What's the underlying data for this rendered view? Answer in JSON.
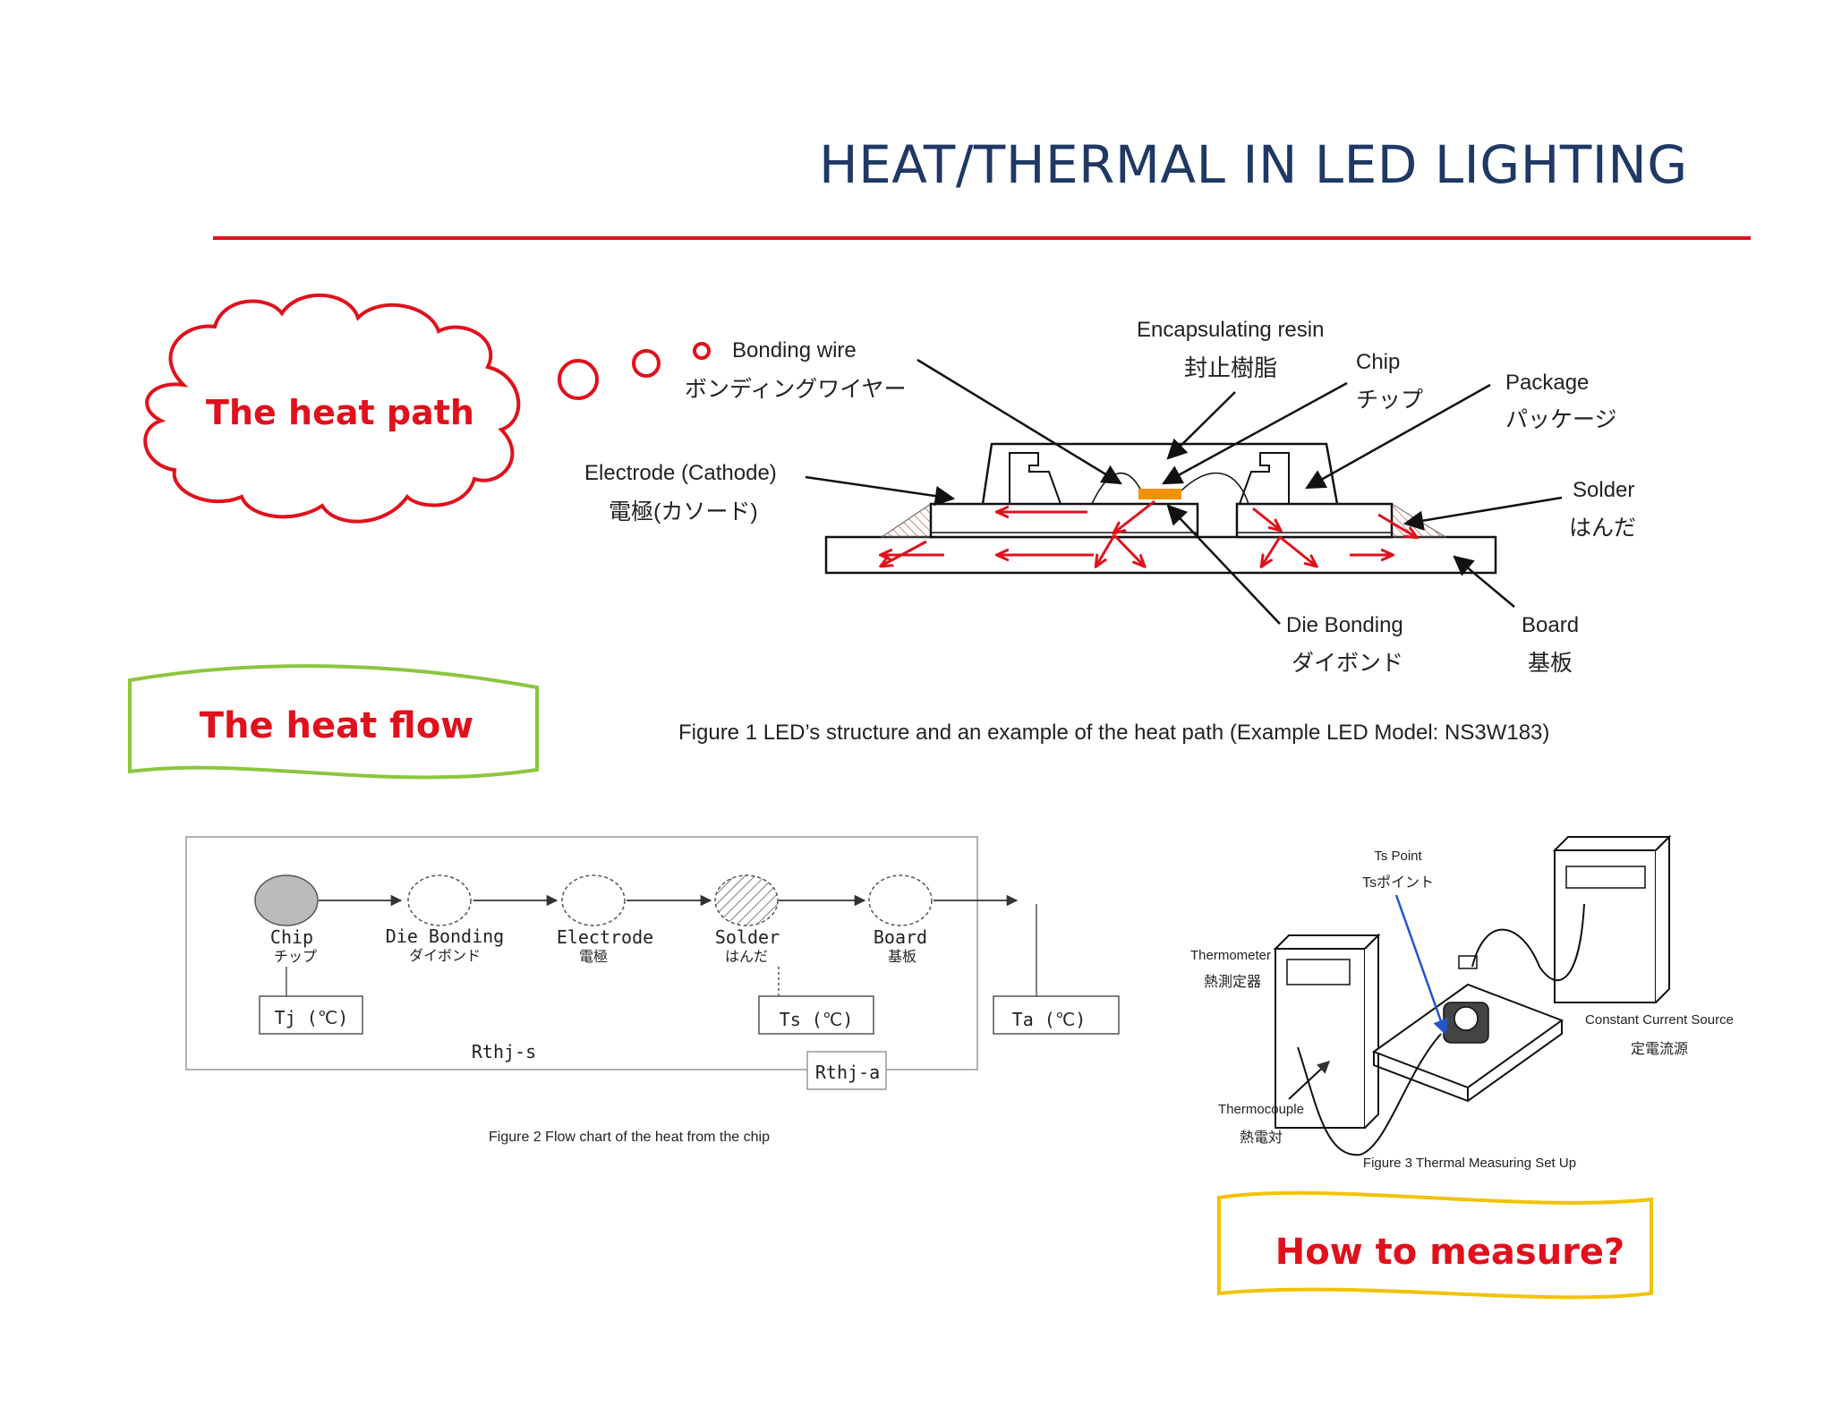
{
  "title": "HEAT/THERMAL IN LED LIGHTING",
  "callouts": {
    "heat_path": "The heat path",
    "heat_flow": "The heat flow",
    "how_to_measure": "How to measure?"
  },
  "figure1": {
    "caption": "Figure 1 LED’s structure and an example of the heat path (Example LED Model: NS3W183)",
    "labels": {
      "bonding_wire_en": "Bonding wire",
      "bonding_wire_jp": "ボンディングワイヤー",
      "encapsulating_en": "Encapsulating resin",
      "encapsulating_jp": "封止樹脂",
      "chip_en": "Chip",
      "chip_jp": "チップ",
      "package_en": "Package",
      "package_jp": "パッケージ",
      "electrode_en": "Electrode (Cathode)",
      "electrode_jp": "電極(カソード)",
      "solder_en": "Solder",
      "solder_jp": "はんだ",
      "die_bonding_en": "Die Bonding",
      "die_bonding_jp": "ダイボンド",
      "board_en": "Board",
      "board_jp": "基板"
    }
  },
  "figure2": {
    "caption": "Figure 2 Flow chart of the heat from the chip",
    "nodes": [
      {
        "en": "Chip",
        "jp": "チップ"
      },
      {
        "en": "Die Bonding",
        "jp": "ダイボンド"
      },
      {
        "en": "Electrode",
        "jp": "電極"
      },
      {
        "en": "Solder",
        "jp": "はんだ"
      },
      {
        "en": "Board",
        "jp": "基板"
      }
    ],
    "tj": "Tj (℃)",
    "ts": "Ts (℃)",
    "ta": "Ta (℃)",
    "rthjs": "Rthj-s",
    "rthja": "Rthj-a"
  },
  "figure3": {
    "caption": "Figure 3 Thermal Measuring Set Up",
    "ts_point_en": "Ts Point",
    "ts_point_jp": "Tsポイント",
    "thermometer_en": "Thermometer",
    "thermometer_jp": "熱測定器",
    "thermocouple_en": "Thermocouple",
    "thermocouple_jp": "熱電対",
    "ccs_en": "Constant Current Source",
    "ccs_jp": "定電流源"
  },
  "colors": {
    "title": "#1f3864",
    "accent_red": "#e0111c",
    "cloud_outline": "#e0111c",
    "banner_green": "#8cc63f",
    "banner_yellow": "#f2c200",
    "chip_orange": "#f39200",
    "ts_line_blue": "#2255cc"
  }
}
